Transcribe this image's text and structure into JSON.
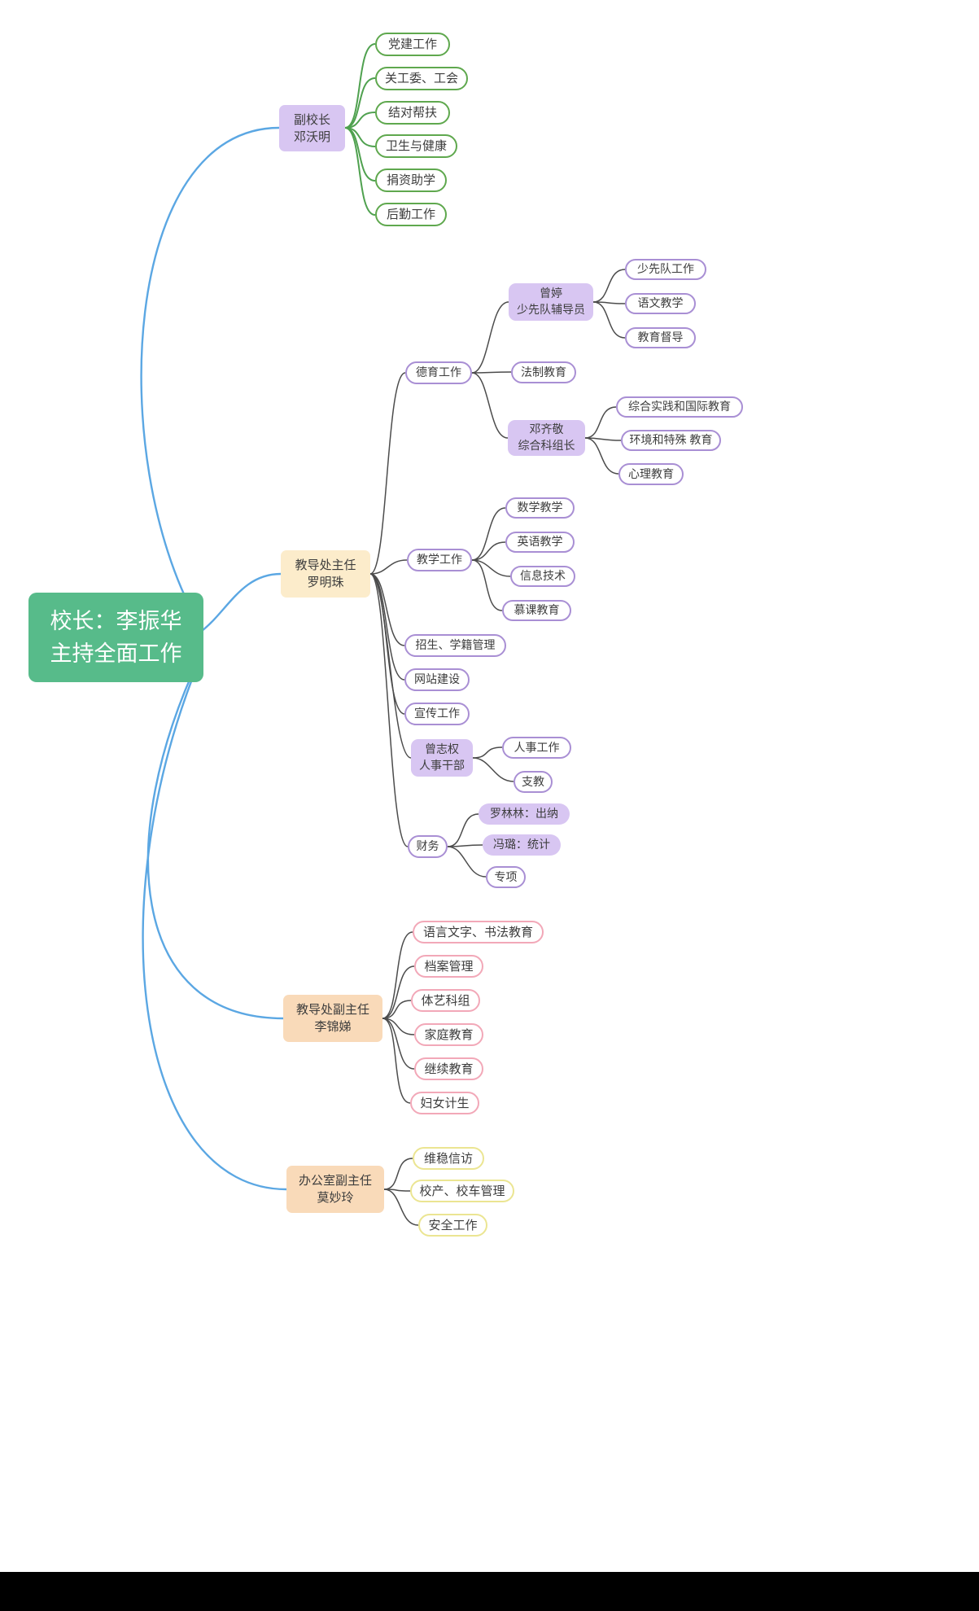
{
  "root": {
    "text": "校长：李振华\n主持全面工作"
  },
  "vp": {
    "node": {
      "text": "副校长\n邓沃明"
    },
    "children": [
      {
        "text": "党建工作"
      },
      {
        "text": "关工委、工会"
      },
      {
        "text": "结对帮扶"
      },
      {
        "text": "卫生与健康"
      },
      {
        "text": "捐资助学"
      },
      {
        "text": "后勤工作"
      }
    ]
  },
  "dean": {
    "node": {
      "text": "教导处主任\n罗明珠"
    },
    "moral": {
      "node": {
        "text": "德育工作"
      },
      "zengting": {
        "node": {
          "text": "曾婷\n少先队辅导员"
        },
        "children": [
          {
            "text": "少先队工作"
          },
          {
            "text": "语文教学"
          },
          {
            "text": "教育督导"
          }
        ]
      },
      "legal": {
        "text": "法制教育"
      },
      "dengqijing": {
        "node": {
          "text": "邓齐敬\n综合科组长"
        },
        "children": [
          {
            "text": "综合实践和国际教育"
          },
          {
            "text": "环境和特殊 教育"
          },
          {
            "text": "心理教育"
          }
        ]
      }
    },
    "teaching": {
      "node": {
        "text": "教学工作"
      },
      "children": [
        {
          "text": "数学教学"
        },
        {
          "text": "英语教学"
        },
        {
          "text": "信息技术"
        },
        {
          "text": "慕课教育"
        }
      ]
    },
    "enroll": {
      "text": "招生、学籍管理"
    },
    "website": {
      "text": "网站建设"
    },
    "publicity": {
      "text": "宣传工作"
    },
    "zengzhiquan": {
      "node": {
        "text": "曾志权\n人事干部"
      },
      "children": [
        {
          "text": "人事工作"
        },
        {
          "text": "支教"
        }
      ]
    },
    "finance": {
      "node": {
        "text": "财务"
      },
      "children": [
        {
          "text": "罗林林：出纳"
        },
        {
          "text": "冯璐：统计"
        },
        {
          "text": "专项"
        }
      ]
    }
  },
  "deputy_dean": {
    "node": {
      "text": "教导处副主任\n李锦娣"
    },
    "children": [
      {
        "text": "语言文字、书法教育"
      },
      {
        "text": "档案管理"
      },
      {
        "text": "体艺科组"
      },
      {
        "text": "家庭教育"
      },
      {
        "text": "继续教育"
      },
      {
        "text": "妇女计生"
      }
    ]
  },
  "office": {
    "node": {
      "text": "办公室副主任\n莫妙玲"
    },
    "children": [
      {
        "text": "维稳信访"
      },
      {
        "text": "校产、校车管理"
      },
      {
        "text": "安全工作"
      }
    ]
  },
  "colors": {
    "root_green": "#57bb8a",
    "branch_line_blue": "#5ba7e3",
    "vp_line_green": "#4fa14f",
    "sub_line_gray": "#4c4c4c",
    "lavender_fill": "#d8c6f2",
    "cream_fill": "#fceccb",
    "peach_fill": "#f9dab9",
    "green_border": "#5fa84e",
    "purple_border": "#a98fd4",
    "pink_border": "#f2a8b8",
    "yellow_border": "#ebe592"
  }
}
